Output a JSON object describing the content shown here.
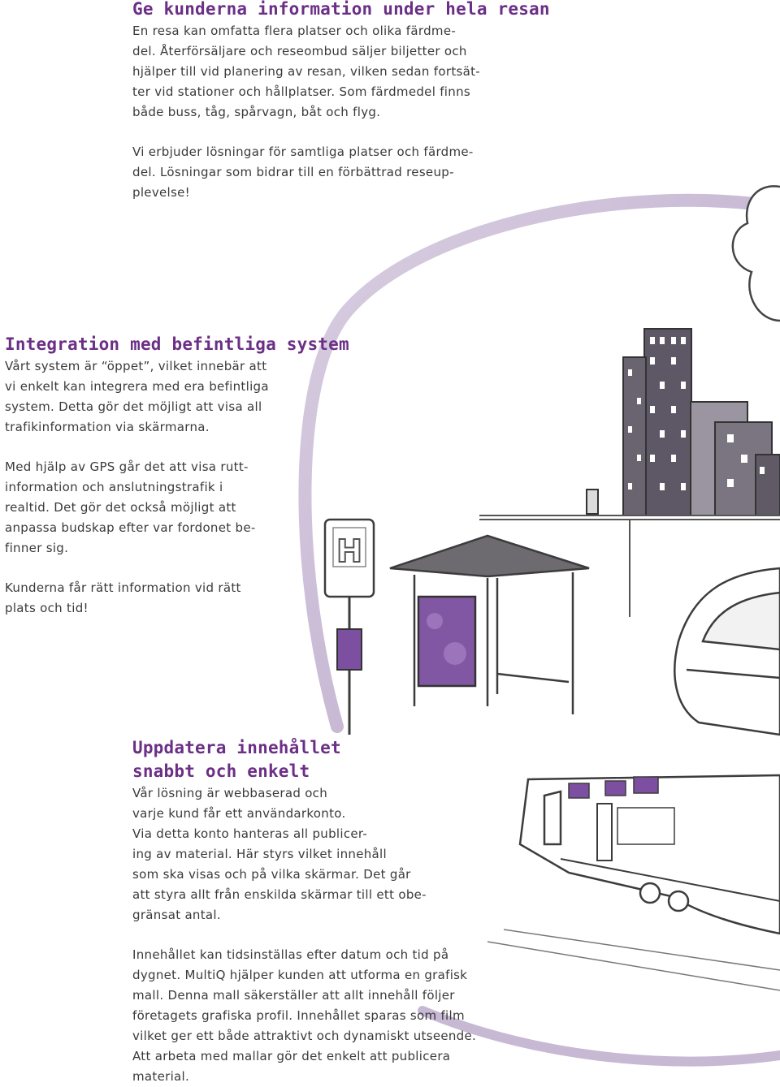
{
  "sections": {
    "resan": {
      "heading": "Ge kunderna information under hela resan",
      "p1": [
        "En resa kan omfatta flera platser och olika färdme-",
        "del. Återförsäljare och reseombud säljer biljetter och",
        "hjälper till vid planering av resan, vilken sedan fortsät-",
        "ter vid stationer och hållplatser. Som färdmedel finns",
        "både buss, tåg, spårvagn, båt och flyg."
      ],
      "p2": [
        "Vi erbjuder lösningar för samtliga platser och färdme-",
        "del. Lösningar som bidrar till en förbättrad reseup-",
        "plevelse!"
      ]
    },
    "integration": {
      "heading": "Integration med befintliga system",
      "p1": [
        "Vårt system är “öppet”, vilket innebär att",
        "vi enkelt kan integrera med era befintliga",
        "system. Detta gör det möjligt att visa all",
        "trafikinformation via skärmarna."
      ],
      "p2": [
        "Med hjälp av GPS går det att visa rutt-",
        "information och anslutningstrafik i",
        "realtid. Det gör det också möjligt att",
        "anpassa budskap efter var fordonet be-",
        "finner sig."
      ],
      "p3": [
        "Kunderna får rätt information vid rätt",
        "plats och tid!"
      ]
    },
    "uppdatera": {
      "heading_line1": "Uppdatera innehållet",
      "heading_line2": "snabbt och enkelt",
      "p1": [
        "Vår lösning är webbaserad och",
        "varje kund får ett användarkonto.",
        "Via detta konto hanteras all publicer-",
        "ing av material. Här styrs vilket innehåll",
        "som ska visas och på vilka skärmar. Det går",
        "att styra allt från enskilda skärmar till ett obe-",
        "gränsat antal."
      ],
      "p2": [
        "Innehållet kan tidsinställas efter datum och tid på",
        "dygnet. MultiQ hjälper kunden att utforma en grafisk",
        "mall. Denna mall säkerställer att allt innehåll följer",
        "företagets grafiska profil. Innehållet sparas som film",
        "vilket ger ett både attraktivt och dynamiskt utseende.",
        "Att arbeta med mallar gör det enkelt att publicera",
        "material."
      ]
    }
  },
  "illustration": {
    "stop_sign_letter": "H",
    "colors": {
      "accent": "#6b2f86",
      "ring": "#c7b8d3",
      "ink": "#3c3c3c",
      "screen": "#7d4fa0"
    }
  }
}
